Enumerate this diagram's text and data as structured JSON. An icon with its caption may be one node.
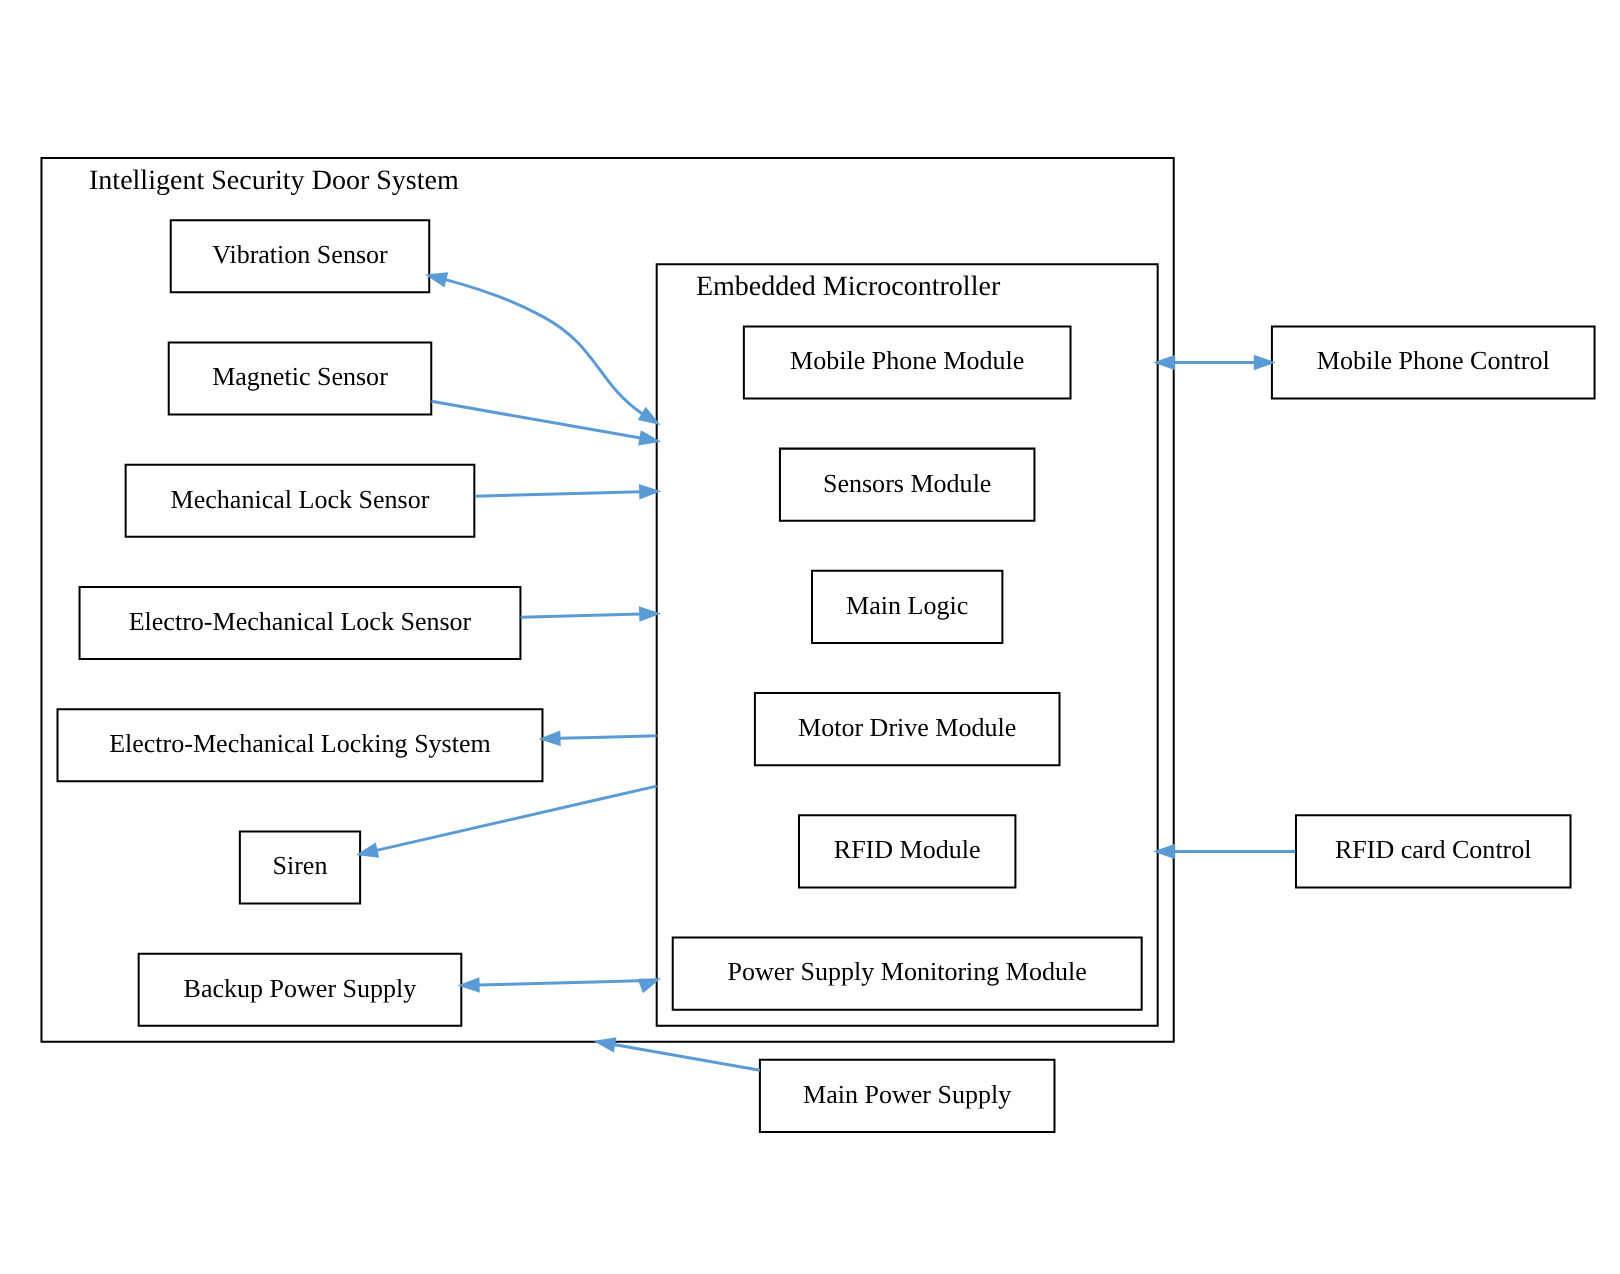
{
  "diagram": {
    "nodes": [
      {
        "text": [
          "Intelligent Security Door System"
        ]
      },
      {
        "text": [
          "Embedded Microcontroller"
        ],
        "in": 0
      },
      {
        "text": [
          "Vibration Sensor"
        ],
        "in": 0
      },
      {
        "text": [
          "Magnetic Sensor"
        ],
        "in": 0
      },
      {
        "text": [
          "Mechanical Lock Sensor"
        ],
        "in": 0
      },
      {
        "text": [
          "Electro-Mechanical Lock Sensor"
        ],
        "in": 0
      },
      {
        "text": [
          "Electro-Mechanical Locking System"
        ],
        "in": 0
      },
      {
        "text": [
          "Siren"
        ],
        "in": 0
      },
      {
        "text": [
          "Mobile Phone Module"
        ],
        "in": 1
      },
      {
        "text": [
          "Sensors Module"
        ],
        "in": 1
      },
      {
        "text": [
          "Main Logic"
        ],
        "in": 1
      },
      {
        "text": [
          "Motor Drive Module"
        ],
        "in": 1
      },
      {
        "text": [
          "RFID Module"
        ],
        "in": 1
      },
      {
        "text": [
          "Power Supply Monitoring Module"
        ],
        "in": 1
      },
      {
        "text": [
          "Backup Power Supply"
        ],
        "in": 0
      },
      {
        "text": [
          "Mobile Phone Control"
        ]
      },
      {
        "text": [
          "RFID card Control"
        ]
      },
      {
        "text": [
          "Main Power Supply"
        ]
      }
    ],
    "edges": [
      {
        "from": 2,
        "to": 1,
        "arrow": "both"
      },
      {
        "from": 3,
        "to": 1,
        "arrow": "to"
      },
      {
        "from": 4,
        "to": 1,
        "arrow": "to"
      },
      {
        "from": 5,
        "to": 1,
        "arrow": "to"
      },
      {
        "from": 1,
        "to": 6,
        "arrow": "to"
      },
      {
        "from": 1,
        "to": 7,
        "arrow": "to"
      },
      {
        "from": 1,
        "to": 15,
        "arrow": "both"
      },
      {
        "from": 16,
        "to": 1,
        "arrow": "to"
      },
      {
        "from": 14,
        "to": 1,
        "arrow": "both"
      },
      {
        "from": 17,
        "to": 0,
        "arrow": "to"
      }
    ]
  }
}
